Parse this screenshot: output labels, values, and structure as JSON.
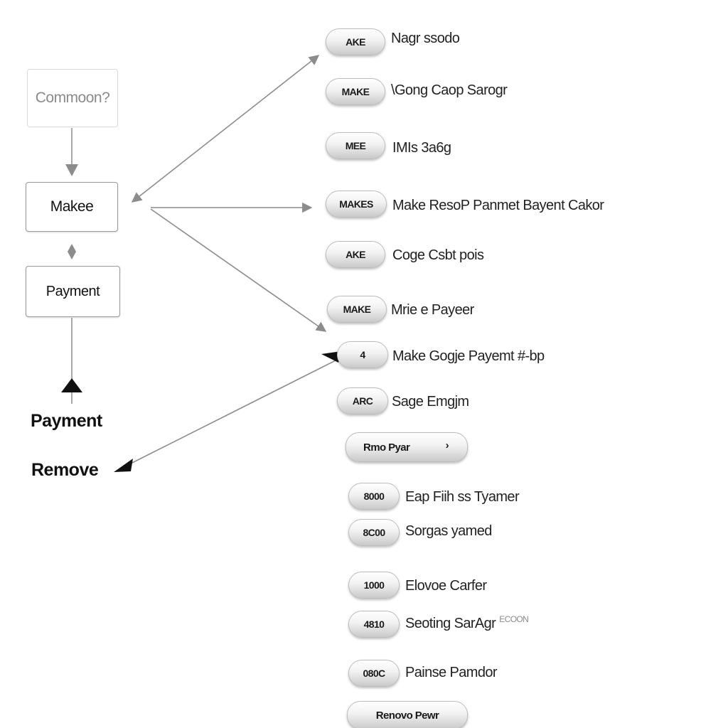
{
  "left_column": {
    "common_box": "Commoon?",
    "make_box": "Makee",
    "payment_box": "Payment",
    "payment_label": "Payment",
    "remove_label": "Remove"
  },
  "rows": [
    {
      "badge": "AKE",
      "label": "Nagr ssodo"
    },
    {
      "badge": "MAKE",
      "label": "\\Gong Caop Sarogr"
    },
    {
      "badge": "MEE",
      "label": "IMIs 3a6g"
    },
    {
      "badge": "MAKES",
      "label": "Make ResoP Panmet Bayent Cakor"
    },
    {
      "badge": "AKE",
      "label": "Coge Csbt pois"
    },
    {
      "badge": "MAKE",
      "label": "Mrie e Payeer"
    },
    {
      "badge": "4",
      "label": "Make Gogje Payemt #-bp"
    },
    {
      "badge": "ARC",
      "label": "Sage Emgjm"
    },
    {
      "badge": "Rmo Pyar",
      "chevron": "›",
      "label": ""
    },
    {
      "badge": "8000",
      "label": "Eap Fiih ss Tyamer"
    },
    {
      "badge": "8C00",
      "label": "Sorgas yamed"
    },
    {
      "badge": "1000",
      "label": "Elovoe Carfer"
    },
    {
      "badge": "4810",
      "label": "Seoting SarAgr",
      "suffix": "ECOON"
    },
    {
      "badge": "080C",
      "label": "Painse Pamdor"
    },
    {
      "badge": "Renovo Pewr",
      "label": ""
    }
  ],
  "colors": {
    "line": "#8c8c8c",
    "arrowhead_dark": "#111111",
    "pill_border": "#bdbdbd",
    "muted_text": "#8a8a8a"
  }
}
